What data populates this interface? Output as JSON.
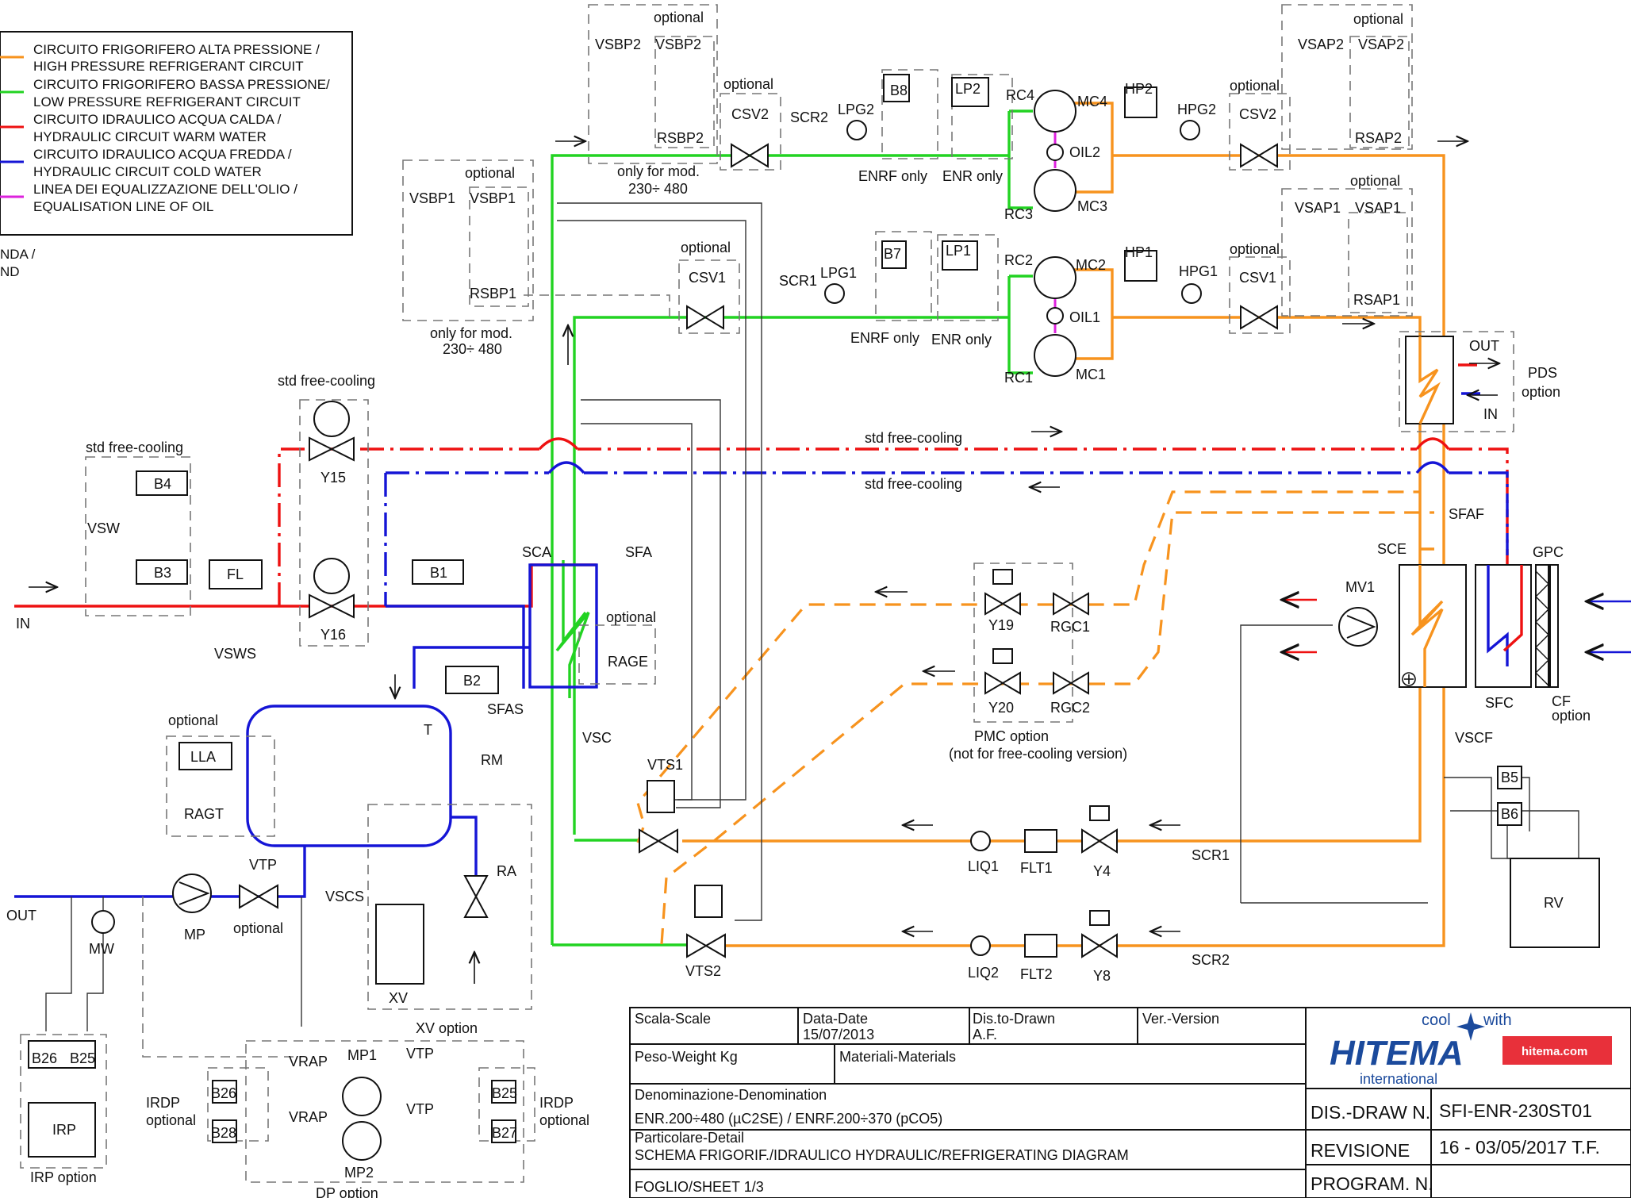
{
  "legend": [
    {
      "line1": "CIRCUITO FRIGORIFERO ALTA PRESSIONE /",
      "line2": "HIGH PRESSURE REFRIGERANT CIRCUIT",
      "color": "#f7931e"
    },
    {
      "line1": "CIRCUITO FRIGORIFERO BASSA PRESSIONE/",
      "line2": "LOW PRESSURE REFRIGERANT CIRCUIT",
      "color": "#22d322"
    },
    {
      "line1": "CIRCUITO IDRAULICO ACQUA CALDA /",
      "line2": "HYDRAULIC CIRCUIT WARM WATER",
      "color": "#ee1111"
    },
    {
      "line1": "CIRCUITO IDRAULICO ACQUA FREDDA /",
      "line2": "HYDRAULIC CIRCUIT COLD WATER",
      "color": "#1515d6"
    },
    {
      "line1": "LINEA DEI EQUALIZZAZIONE DELL'OLIO /",
      "line2": "EQUALISATION LINE OF OIL",
      "color": "#dd22dd"
    }
  ],
  "legend_cut": {
    "line1": "NDA /",
    "line2": "ND"
  },
  "labels": {
    "optional": "optional",
    "only_for_mod": "only for mod.",
    "mod_range": "230÷ 480",
    "std_free_cooling": "std free-cooling",
    "enrf_only": "ENRF only",
    "enr_only": "ENR only",
    "in": "IN",
    "out": "OUT",
    "pds": "PDS",
    "pds_option": "option",
    "pmc_option": "PMC option",
    "pmc_note": "(not for free-cooling version)",
    "xv_option": "XV option",
    "irdp": "IRDP",
    "irp_option": "IRP option",
    "dp_option": "DP option",
    "cf": "CF",
    "cf_option": "option"
  },
  "components": {
    "VSBP2": "VSBP2",
    "RSBP2": "RSBP2",
    "CSV2": "CSV2",
    "SCR2": "SCR2",
    "LPG2": "LPG2",
    "B8": "B8",
    "LP2": "LP2",
    "RC4": "RC4",
    "MC4": "MC4",
    "OIL2": "OIL2",
    "RC3": "RC3",
    "MC3": "MC3",
    "HP2": "HP2",
    "HPG2": "HPG2",
    "VSAP2": "VSAP2",
    "RSAP2": "RSAP2",
    "VSBP1": "VSBP1",
    "RSBP1": "RSBP1",
    "CSV1": "CSV1",
    "SCR1": "SCR1",
    "LPG1": "LPG1",
    "B7": "B7",
    "LP1": "LP1",
    "RC2": "RC2",
    "MC2": "MC2",
    "OIL1": "OIL1",
    "RC1": "RC1",
    "MC1": "MC1",
    "HP1": "HP1",
    "HPG1": "HPG1",
    "VSAP1": "VSAP1",
    "RSAP1": "RSAP1",
    "Y15": "Y15",
    "Y16": "Y16",
    "B4": "B4",
    "B3": "B3",
    "B1": "B1",
    "FL": "FL",
    "VSW": "VSW",
    "SCA": "SCA",
    "SFA": "SFA",
    "RAGE": "RAGE",
    "VSC": "VSC",
    "B2": "B2",
    "SFAS": "SFAS",
    "VSWS": "VSWS",
    "T": "T",
    "RM": "RM",
    "LLA": "LLA",
    "RAGT": "RAGT",
    "VSCS": "VSCS",
    "XV": "XV",
    "RA": "RA",
    "VTP": "VTP",
    "MP": "MP",
    "MW": "MW",
    "VTS1": "VTS1",
    "VTS2": "VTS2",
    "LIQ1": "LIQ1",
    "FLT1": "FLT1",
    "Y4": "Y4",
    "LIQ2": "LIQ2",
    "FLT2": "FLT2",
    "Y8": "Y8",
    "Y19": "Y19",
    "RGC1": "RGC1",
    "Y20": "Y20",
    "RGC2": "RGC2",
    "MV1": "MV1",
    "SCE": "SCE",
    "SFAF": "SFAF",
    "GPC": "GPC",
    "SFC": "SFC",
    "VSCF": "VSCF",
    "B5": "B5",
    "B6": "B6",
    "RV": "RV",
    "B26": "B26",
    "B25": "B25",
    "B28": "B28",
    "B27": "B27",
    "IRP": "IRP",
    "VRAP": "VRAP",
    "MP1": "MP1",
    "MP2": "MP2"
  },
  "title_block": {
    "scale_label": "Scala-Scale",
    "date_label": "Data-Date",
    "date_value": "15/07/2013",
    "drawn_label": "Dis.to-Drawn",
    "drawn_value": "A.F.",
    "version_label": "Ver.-Version",
    "weight_label": "Peso-Weight Kg",
    "materials_label": "Materiali-Materials",
    "denomination_label": "Denominazione-Denomination",
    "denomination_value": "ENR.200÷480 (µC2SE) / ENRF.200÷370 (pCO5)",
    "detail_label": "Particolare-Detail",
    "detail_value": "SCHEMA FRIGORIF./IDRAULICO HYDRAULIC/REFRIGERATING DIAGRAM",
    "sheet": "FOGLIO/SHEET 1/3",
    "drawn_no_label": "DIS.-DRAW N.",
    "drawn_no_value": "SFI-ENR-230ST01",
    "revision_label": "REVISIONE",
    "revision_value": "16 - 03/05/2017 T.F.",
    "program_label": "PROGRAM. N."
  },
  "logo": {
    "cool": "cool",
    "with": "with",
    "brand": "HITEMA",
    "international": "international",
    "site": "hitema.com",
    "brand_color": "#1b4a9c",
    "site_bg": "#e8303a"
  }
}
